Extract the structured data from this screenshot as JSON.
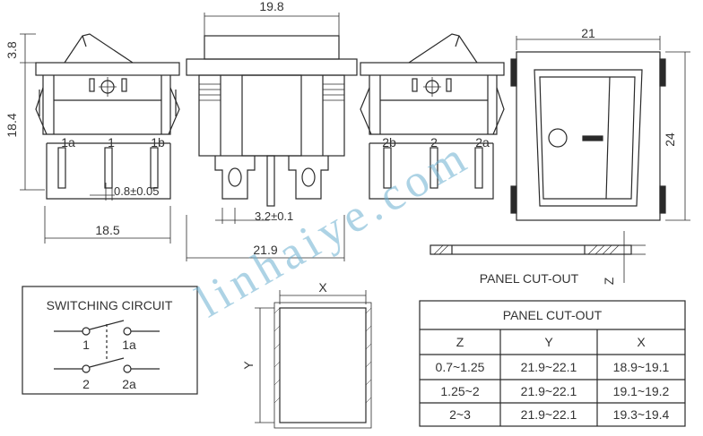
{
  "dimensions": {
    "top_width": "19.8",
    "actuator_height": "3.8",
    "body_height": "18.4",
    "pin_pitch": "0.8±0.05",
    "left_base_width": "18.5",
    "pin_spacing": "3.2±0.1",
    "overall_width": "21.9",
    "front_width": "21",
    "front_height": "24",
    "panel_z": "Z",
    "cutout_x": "X",
    "cutout_y": "Y"
  },
  "terminals": {
    "left": [
      "1a",
      "1",
      "1b"
    ],
    "right": [
      "2b",
      "2",
      "2a"
    ]
  },
  "panel_label": "PANEL CUT-OUT",
  "switching_circuit": {
    "title": "SWITCHING CIRCUIT",
    "t1": "1",
    "t1a": "1a",
    "t2": "2",
    "t2a": "2a"
  },
  "table": {
    "title": "PANEL CUT-OUT",
    "headers": [
      "Z",
      "Y",
      "X"
    ],
    "rows": [
      [
        "0.7~1.25",
        "21.9~22.1",
        "18.9~19.1"
      ],
      [
        "1.25~2",
        "21.9~22.1",
        "19.1~19.2"
      ],
      [
        "2~3",
        "21.9~22.1",
        "19.3~19.4"
      ]
    ]
  },
  "watermark": "linhaiye.com",
  "colors": {
    "line": "#2a2a2a",
    "watermark": "#6aaed0"
  }
}
